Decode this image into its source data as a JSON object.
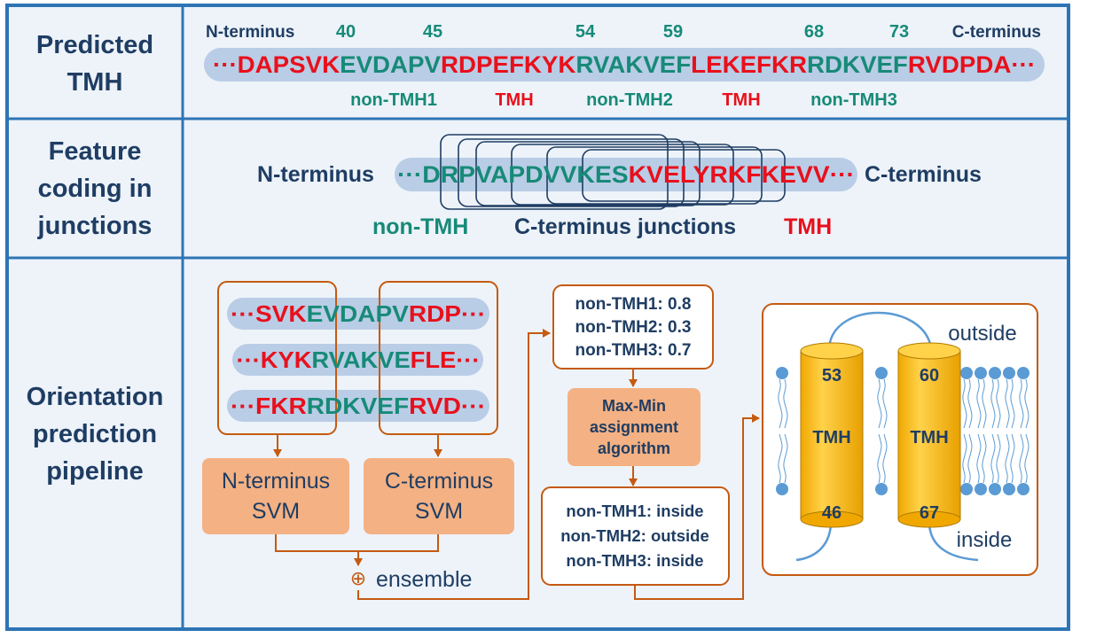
{
  "row_labels": {
    "row1": [
      "Predicted",
      "TMH"
    ],
    "row2": [
      "Feature",
      "coding in",
      "junctions"
    ],
    "row3": [
      "Orientation",
      "prediction",
      "pipeline"
    ]
  },
  "predicted_tmh": {
    "n_terminus": "N-terminus",
    "c_terminus": "C-terminus",
    "positions": [
      "40",
      "45",
      "54",
      "59",
      "68",
      "73"
    ],
    "segments": [
      {
        "text": "···DAPSVK",
        "class": "TMH"
      },
      {
        "text": "EVDAPV",
        "class": "non-TMH"
      },
      {
        "text": "RDPEFKYK",
        "class": "TMH"
      },
      {
        "text": "RVAKVEF",
        "class": "non-TMH"
      },
      {
        "text": "LEKEFKR",
        "class": "TMH"
      },
      {
        "text": "RDKVEF",
        "class": "non-TMH"
      },
      {
        "text": "RVDPDA···",
        "class": "TMH"
      }
    ],
    "region_labels": [
      "non-TMH1",
      "TMH",
      "non-TMH2",
      "TMH",
      "non-TMH3"
    ]
  },
  "feature_coding": {
    "n_terminus": "N-terminus",
    "c_terminus": "C-terminus",
    "sequence_green": "···DRPVAPDVVKES",
    "sequence_red": "KVELYRKFKEVV···",
    "label_left": "non-TMH",
    "label_mid": "C-terminus junctions",
    "label_right": "TMH"
  },
  "pipeline": {
    "sequences": [
      [
        {
          "text": "···SVK",
          "class": "TMH"
        },
        {
          "text": "EVDAPV",
          "class": "non-TMH"
        },
        {
          "text": "RDP···",
          "class": "TMH"
        }
      ],
      [
        {
          "text": "···KYK",
          "class": "TMH"
        },
        {
          "text": "RVAKVE",
          "class": "non-TMH"
        },
        {
          "text": "FLE···",
          "class": "TMH"
        }
      ],
      [
        {
          "text": "···FKR",
          "class": "TMH"
        },
        {
          "text": "RDKVEF",
          "class": "non-TMH"
        },
        {
          "text": "RVD···",
          "class": "TMH"
        }
      ]
    ],
    "n_svm": [
      "N-terminus",
      "SVM"
    ],
    "c_svm": [
      "C-terminus",
      "SVM"
    ],
    "ensemble_symbol": "⊕",
    "ensemble_label": "ensemble",
    "scores": [
      "non-TMH1: 0.8",
      "non-TMH2: 0.3",
      "non-TMH3: 0.7"
    ],
    "algorithm": [
      "Max-Min",
      "assignment",
      "algorithm"
    ],
    "assignments": [
      "non-TMH1: inside",
      "non-TMH2: outside",
      "non-TMH3: inside"
    ],
    "membrane": {
      "outside": "outside",
      "inside": "inside",
      "helix1": {
        "top": "53",
        "label": "TMH",
        "bottom": "46"
      },
      "helix2": {
        "top": "60",
        "label": "TMH",
        "bottom": "67"
      }
    }
  },
  "colors": {
    "tmh": "#e8101c",
    "non_tmh": "#178a78",
    "dark_text": "#1f3d63",
    "frame": "#2e74b5",
    "panel_bg": "#edf3f9",
    "seq_highlight": "#b9cde6",
    "svm_box": "#f4b183",
    "flow": "#c55a11",
    "cylinder": "#ffc000",
    "lipid": "#5b9bd5"
  }
}
